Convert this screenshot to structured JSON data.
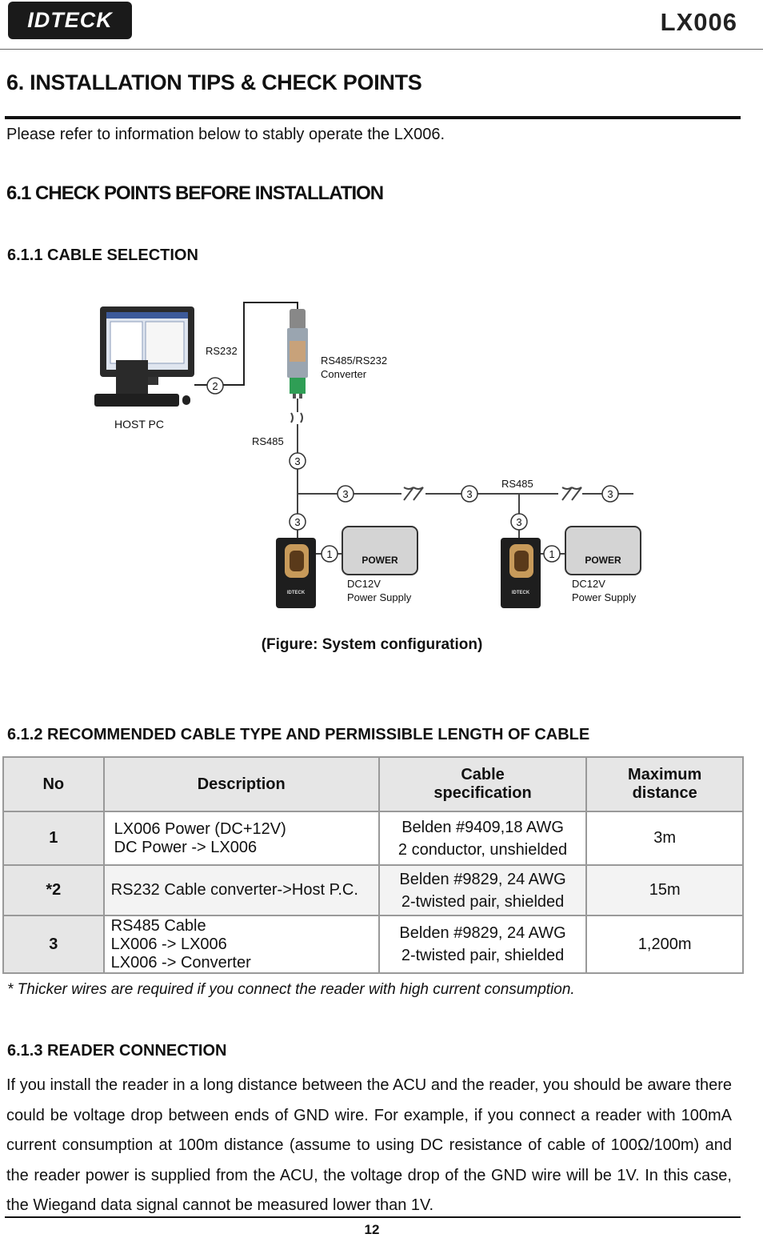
{
  "header": {
    "logo_text": "IDTECK",
    "model": "LX006"
  },
  "section": {
    "title": "6. INSTALLATION TIPS & CHECK POINTS",
    "intro": "Please refer to information below to stably operate the LX006."
  },
  "sub61": {
    "title": "6.1 CHECK POINTS BEFORE INSTALLATION"
  },
  "sub611": {
    "title": "6.1.1 CABLE SELECTION"
  },
  "figure": {
    "host_pc": "HOST PC",
    "rs232": "RS232",
    "converter_line1": "RS485/RS232",
    "converter_line2": "Converter",
    "rs485_vertical": "RS485",
    "rs485_bus": "RS485",
    "power": "POWER",
    "psu_line1": "DC12V",
    "psu_line2": "Power Supply",
    "reader_brand": "IDTECK",
    "n1": "1",
    "n2": "2",
    "n3": "3",
    "caption": "(Figure: System configuration)"
  },
  "sub612": {
    "title": "6.1.2 RECOMMENDED CABLE TYPE AND PERMISSIBLE LENGTH OF CABLE"
  },
  "table": {
    "headers": {
      "no": "No",
      "description": "Description",
      "cable_1": "Cable",
      "cable_2": "specification",
      "max_1": "Maximum",
      "max_2": "distance"
    },
    "rows": [
      {
        "no": "1",
        "desc": [
          "LX006 Power (DC+12V)",
          "DC Power -> LX006"
        ],
        "spec": [
          "Belden #9409,18 AWG",
          "2 conductor, unshielded"
        ],
        "dist": "3m"
      },
      {
        "no": "*2",
        "desc": [
          "RS232 Cable converter->Host P.C."
        ],
        "spec": [
          "Belden #9829, 24 AWG",
          "2-twisted pair, shielded"
        ],
        "dist": "15m"
      },
      {
        "no": "3",
        "desc": [
          "RS485 Cable",
          "LX006 -> LX006",
          "LX006 -> Converter"
        ],
        "spec": [
          "Belden #9829, 24 AWG",
          "2-twisted pair, shielded"
        ],
        "dist": "1,200m"
      }
    ]
  },
  "note": "* Thicker wires are required if you connect the reader with high current consumption.",
  "sub613": {
    "title": "6.1.3 READER CONNECTION",
    "body": "If you install the reader in a long distance between the ACU and the reader, you should be aware there could be voltage drop between ends of GND wire. For example, if you connect a reader with 100mA current consumption at 100m distance (assume to using DC resistance of cable of 100Ω/100m) and the reader power is supplied from the ACU, the voltage drop of the GND wire will be 1V. In this case, the Wiegand data signal cannot be measured lower than 1V."
  },
  "footer": {
    "page": "12"
  }
}
